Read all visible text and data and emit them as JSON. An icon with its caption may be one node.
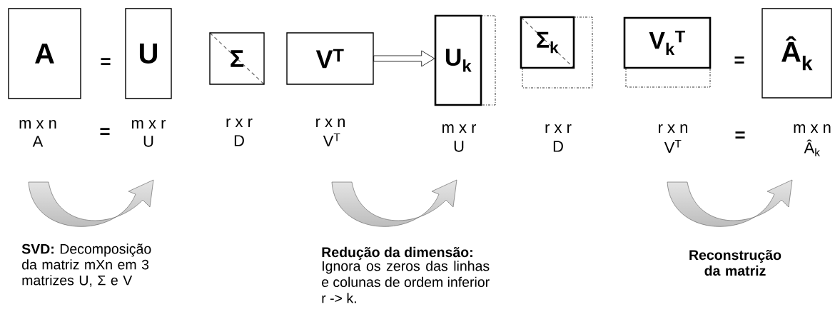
{
  "diagram": {
    "nodes": [
      {
        "text": [
          "A"
        ]
      },
      {
        "text": [
          "U"
        ]
      },
      {
        "text": [
          "Σ"
        ]
      },
      {
        "text": [
          "V$^{T}$"
        ]
      },
      {
        "text": [
          "U$_{k}$"
        ]
      },
      {
        "text": [
          "Σ$_{k}$"
        ]
      },
      {
        "text": [
          "V$_{k}$$^{T}$"
        ]
      },
      {
        "text": [
          "Â$_{k}$"
        ]
      }
    ],
    "edges": [
      {
        "from": 3,
        "to": 4,
        "arrow": "to"
      }
    ],
    "labels": [
      "=",
      "=",
      "m x n",
      "A",
      "=",
      "m x r",
      "U",
      "r x r",
      "D",
      "r x n",
      "V$^{T}$",
      "m x r",
      "U",
      "r x r",
      "D",
      "r x n",
      "V$^{T}$",
      "=",
      "m x n",
      "Â$_{k}$",
      "**SVD:** Decomposição da matriz mXn em 3 matrizes U, Σ e V",
      "Redução da dimensão:",
      "Ignora os zeros das linhas e colunas de ordem inferior r -> k.",
      "Reconstrução da matriz"
    ]
  }
}
